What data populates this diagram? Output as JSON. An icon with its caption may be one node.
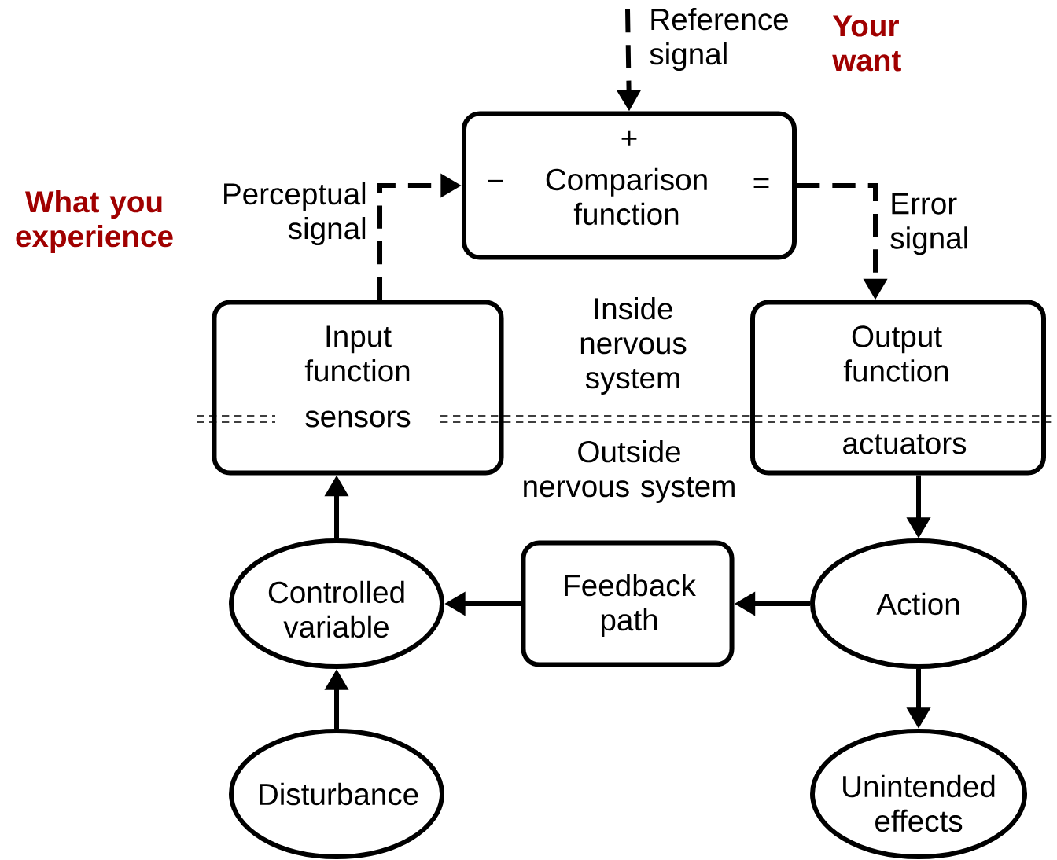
{
  "diagram": {
    "nodes": [
      {
        "text": [
          "+",
          "−",
          "Comparison function",
          "="
        ]
      },
      {
        "text": [
          "Input function",
          "sensors"
        ]
      },
      {
        "text": [
          "Output function",
          "actuators"
        ]
      },
      {
        "text": [
          "Controlled variable"
        ]
      },
      {
        "text": [
          "Feedback path"
        ]
      },
      {
        "text": [
          "Action"
        ]
      },
      {
        "text": [
          "Disturbance"
        ]
      },
      {
        "text": [
          "Unintended effects"
        ]
      }
    ],
    "edges": [
      {
        "from": null,
        "to": 0,
        "arrow": "to",
        "style": "dashed",
        "label": "Reference signal"
      },
      {
        "from": 1,
        "to": 0,
        "arrow": "to",
        "style": "dashed",
        "label": "Perceptual signal"
      },
      {
        "from": 0,
        "to": 2,
        "arrow": "to",
        "style": "dashed",
        "label": "Error signal"
      },
      {
        "from": 2,
        "to": 5,
        "arrow": "to"
      },
      {
        "from": 5,
        "to": 4,
        "arrow": "to"
      },
      {
        "from": 4,
        "to": 3,
        "arrow": "to"
      },
      {
        "from": 3,
        "to": 1,
        "arrow": "to"
      },
      {
        "from": 6,
        "to": 3,
        "arrow": "to"
      },
      {
        "from": 5,
        "to": 7,
        "arrow": "to"
      }
    ],
    "labels": [
      "Your want",
      "What you experience",
      "Inside nervous system",
      "Outside nervous system"
    ]
  }
}
